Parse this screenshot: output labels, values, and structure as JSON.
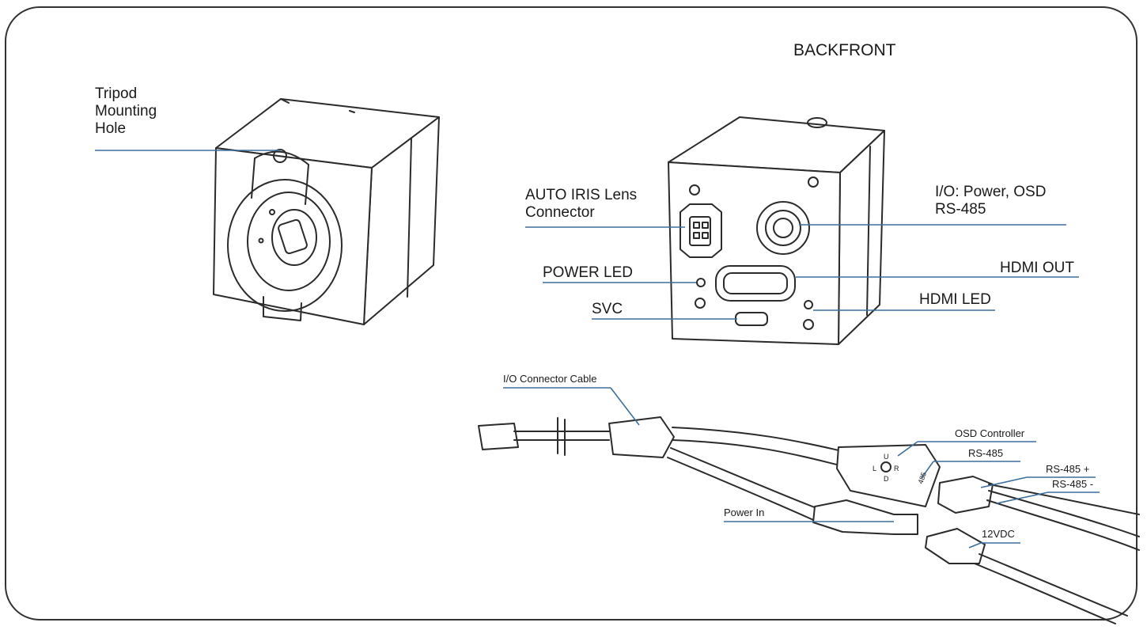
{
  "heading": "BACKFRONT",
  "labels": {
    "tripod": [
      "Tripod",
      "Mounting",
      "Hole"
    ],
    "auto_iris": [
      "AUTO IRIS Lens",
      "Connector"
    ],
    "io_power": [
      "I/O: Power, OSD",
      "RS-485"
    ],
    "power_led": "POWER LED",
    "hdmi_out": "HDMI OUT",
    "svc": "SVC",
    "hdmi_led": "HDMI LED",
    "io_cable": "I/O Connector Cable",
    "osd_controller": "OSD Controller",
    "rs485": "RS-485",
    "rs485_plus": "RS-485 +",
    "rs485_minus": "RS-485 -",
    "power_in": "Power In",
    "vdc": "12VDC"
  },
  "osd_buttons": [
    "U",
    "R",
    "D",
    "L"
  ],
  "rs485_mark": "485",
  "colors": {
    "leader": "#3d6f9e",
    "ink": "#2b2b2b"
  }
}
